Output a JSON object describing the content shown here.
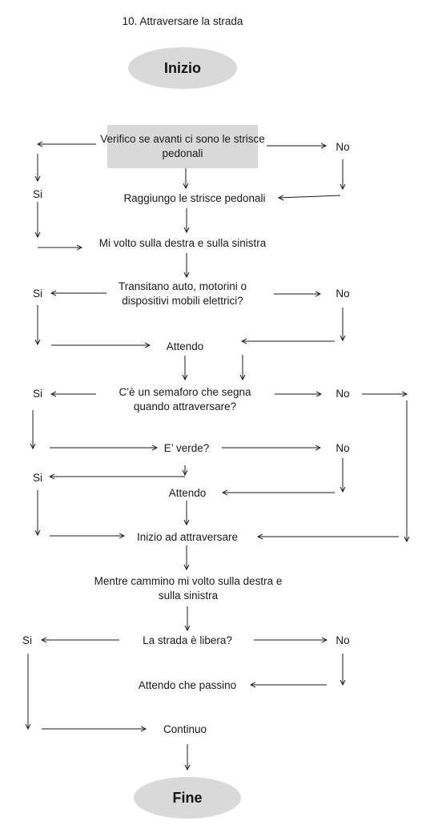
{
  "title": "10. Attraversare la strada",
  "start": "Inizio",
  "end": "Fine",
  "steps": {
    "verifico": "Verifico se avanti ci sono le strisce pedonali",
    "raggiungo": "Raggiungo le strisce pedonali",
    "volto": "Mi volto sulla destra e sulla sinistra",
    "transitano": "Transitano auto, motorini o dispositivi mobili elettrici?",
    "attendo1": "Attendo",
    "semaforo": "C’è un semaforo che segna quando attraversare?",
    "verde": "E’ verde?",
    "attendo2": "Attendo",
    "inizio_attr": "Inizio ad attraversare",
    "mentre": "Mentre cammino mi volto sulla destra e sulla sinistra",
    "libera": "La strada è libera?",
    "passino": "Attendo che passino",
    "continuo": "Continuo"
  },
  "answers": {
    "si1": "Si",
    "no1": "No",
    "si2": "Si",
    "no2": "No",
    "si3": "Si",
    "no3": "No",
    "si4": "Si",
    "no4": "No",
    "si5": "Si",
    "no5": "No"
  },
  "colors": {
    "shape_fill": "#d9d9d9",
    "line": "#1a1a1a"
  }
}
